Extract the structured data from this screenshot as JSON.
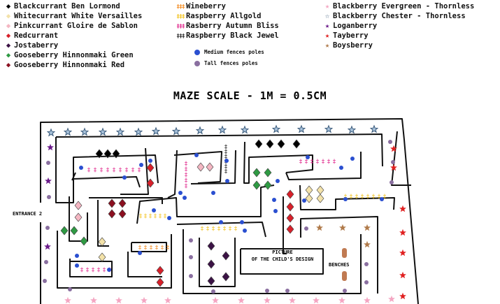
{
  "legend": {
    "col1": [
      {
        "label": "Blackcurrant Ben Lormond",
        "icon": "diamond",
        "color": "#000000"
      },
      {
        "label": "Whitecurrant White Versailles",
        "icon": "diamond",
        "color": "#f3e2a9"
      },
      {
        "label": "Pinkcurrant Gloire de Sablon",
        "icon": "diamond",
        "color": "#f4b6c2"
      },
      {
        "label": "Redcurrant",
        "icon": "diamond",
        "color": "#d8202a"
      },
      {
        "label": "Jostaberry",
        "icon": "diamond",
        "color": "#3b1245"
      },
      {
        "label": "Gooseberry Hinnonmaki Green",
        "icon": "diamond",
        "color": "#2e9a43"
      },
      {
        "label": "Gooseberry Hinnonmaki Red",
        "icon": "diamond",
        "color": "#8b1020"
      }
    ],
    "col2": [
      {
        "label": "Wineberry",
        "icon": "hash",
        "color": "#f28a1e"
      },
      {
        "label": "Raspberry Allgold",
        "icon": "hash",
        "color": "#f2c21a"
      },
      {
        "label": "Rasberry Autumn Bliss",
        "icon": "hash",
        "color": "#e0248a"
      },
      {
        "label": "Raspberry Black Jewel",
        "icon": "hash",
        "color": "#222222"
      }
    ],
    "col3": [
      {
        "label": "Blackberry Evergreen - Thornless",
        "icon": "star",
        "color": "#f4a6c2"
      },
      {
        "label": "Blackberry Chester - Thornless",
        "icon": "star",
        "color": "#3a5a7a"
      },
      {
        "label": "Loganberry",
        "icon": "star",
        "color": "#6a1a8a"
      },
      {
        "label": "Tayberry",
        "icon": "star",
        "color": "#e02020"
      },
      {
        "label": "Boysberry",
        "icon": "star",
        "color": "#b07a4a"
      }
    ],
    "poles": [
      {
        "label": "Medium fences poles",
        "color": "#2a4fd0"
      },
      {
        "label": "Tall fences poles",
        "color": "#8a6fa0"
      }
    ]
  },
  "scale_title": "MAZE SCALE - 1M = 0.5CM",
  "entrance_label": "ENTRANCE 2",
  "picture_label_line1": "PICTURE",
  "picture_label_line2": "OF THE CHILD'S DESIGN",
  "benches_label": "BENCHES"
}
